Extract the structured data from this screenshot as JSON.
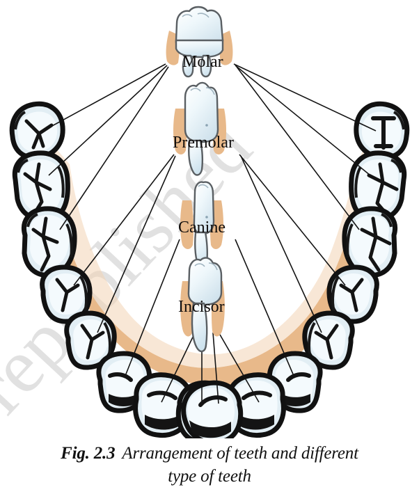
{
  "figure": {
    "caption_prefix": "Fig. 2.3",
    "caption_text": "Arrangement of teeth and different",
    "caption_text_line2": "type of teeth",
    "background_color": "#ffffff"
  },
  "watermark": {
    "text": "republished",
    "color": "#d9d9d9"
  },
  "labels": {
    "molar": "Molar",
    "premolar": "Premolar",
    "canine": "Canine",
    "incisor": "Incisor"
  },
  "colors": {
    "gum": "#e8b98a",
    "gum_shadow": "#dba978",
    "tooth_fill": "#e2eef4",
    "tooth_fill_light": "#f2f8fb",
    "tooth_outline": "#111111",
    "enamel_outline": "#5a5f63",
    "fissure": "#121212",
    "leader_line": "#141414",
    "label_color": "#100d0c"
  },
  "tooth_diagrams": [
    {
      "name": "molar",
      "label": "Molar",
      "roots": 2,
      "cusps": 3
    },
    {
      "name": "premolar",
      "label": "Premolar",
      "roots": 1,
      "cusps": 2
    },
    {
      "name": "canine",
      "label": "Canine",
      "roots": 1,
      "cusps": 1
    },
    {
      "name": "incisor",
      "label": "Incisor",
      "roots": 1,
      "cusps": 1
    }
  ],
  "arch": {
    "description": "Lower dental arch viewed from above with 16 teeth",
    "tooth_count": 16,
    "teeth": [
      {
        "index": 1,
        "side": "left",
        "type": "molar"
      },
      {
        "index": 2,
        "side": "left",
        "type": "molar"
      },
      {
        "index": 3,
        "side": "left",
        "type": "molar"
      },
      {
        "index": 4,
        "side": "left",
        "type": "premolar"
      },
      {
        "index": 5,
        "side": "left",
        "type": "premolar"
      },
      {
        "index": 6,
        "side": "left",
        "type": "canine"
      },
      {
        "index": 7,
        "side": "left",
        "type": "incisor"
      },
      {
        "index": 8,
        "side": "left",
        "type": "incisor"
      },
      {
        "index": 9,
        "side": "right",
        "type": "incisor"
      },
      {
        "index": 10,
        "side": "right",
        "type": "incisor"
      },
      {
        "index": 11,
        "side": "right",
        "type": "canine"
      },
      {
        "index": 12,
        "side": "right",
        "type": "premolar"
      },
      {
        "index": 13,
        "side": "right",
        "type": "premolar"
      },
      {
        "index": 14,
        "side": "right",
        "type": "molar"
      },
      {
        "index": 15,
        "side": "right",
        "type": "molar"
      },
      {
        "index": 16,
        "side": "right",
        "type": "molar"
      }
    ]
  }
}
